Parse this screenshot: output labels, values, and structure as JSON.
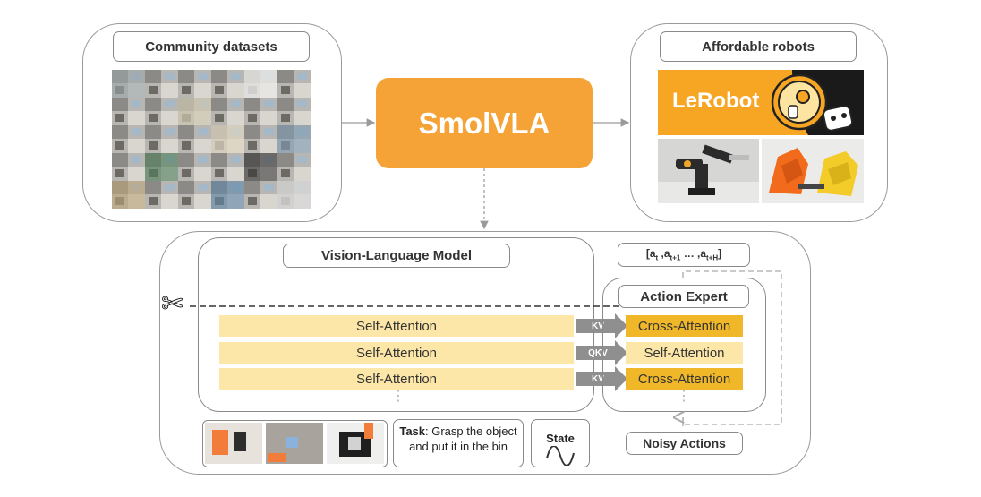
{
  "community": {
    "title": "Community datasets"
  },
  "center": {
    "title": "SmolVLA"
  },
  "robots": {
    "title": "Affordable robots",
    "logo_text": "LeRobot"
  },
  "vlm": {
    "title": "Vision-Language Model",
    "layers": [
      "Self-Attention",
      "Self-Attention",
      "Self-Attention"
    ]
  },
  "connectors": [
    "KV",
    "QKV",
    "KV"
  ],
  "expert": {
    "title": "Action Expert",
    "layers": [
      "Cross-Attention",
      "Self-Attention",
      "Cross-Attention"
    ]
  },
  "actions": {
    "a": "a",
    "t": "t",
    "t1": "t+1",
    "tH": "t+H",
    "ellipsis": "…"
  },
  "inputs": {
    "task_bold": "Task",
    "task_text": ": Grasp the object and put it in the bin",
    "state": "State"
  },
  "noisy": {
    "title": "Noisy Actions"
  },
  "colors": {
    "accent": "#f5a336",
    "self_attention": "#fde7a8",
    "cross_attention": "#f0b829",
    "connector": "#8f8f8f"
  }
}
